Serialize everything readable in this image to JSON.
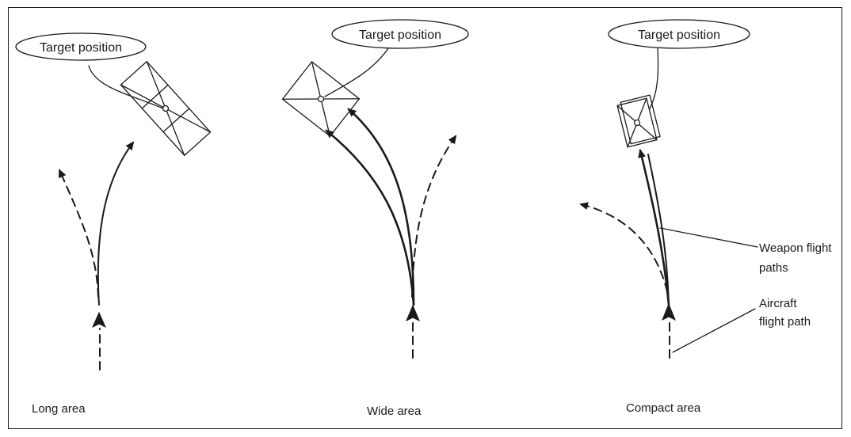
{
  "panels": [
    {
      "id": "long",
      "callout": "Target position",
      "caption": "Long area"
    },
    {
      "id": "wide",
      "callout": "Target position",
      "caption": "Wide area"
    },
    {
      "id": "compact",
      "callout": "Target position",
      "caption": "Compact area"
    }
  ],
  "labels": {
    "weapon_paths_line1": "Weapon flight",
    "weapon_paths_line2": "paths",
    "aircraft_path_line1": "Aircraft",
    "aircraft_path_line2": "flight path"
  },
  "colors": {
    "ink": "#1a1a1a",
    "background": "#ffffff"
  }
}
